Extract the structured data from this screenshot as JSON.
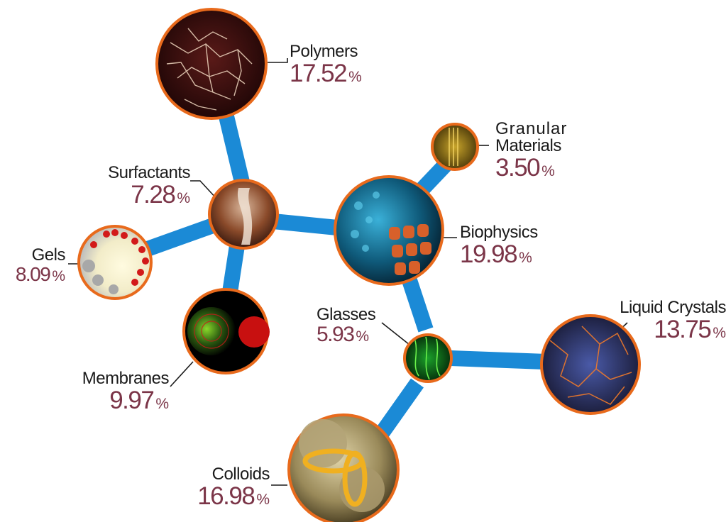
{
  "diagram": {
    "nodes": [
      {
        "id": "polymers",
        "name": "Polymers",
        "value": "17.52",
        "unit": "%",
        "color": "#4a0d0f"
      },
      {
        "id": "surfactants",
        "name": "Surfactants",
        "value": "7.28",
        "unit": "%",
        "color": "#8a4a2a"
      },
      {
        "id": "gels",
        "name": "Gels",
        "value": "8.09",
        "unit": "%",
        "color": "#d0d0d0"
      },
      {
        "id": "membranes",
        "name": "Membranes",
        "value": "9.97",
        "unit": "%",
        "color": "#1a5a10"
      },
      {
        "id": "biophysics",
        "name": "Biophysics",
        "value": "19.98",
        "unit": "%",
        "color": "#1a6a8a"
      },
      {
        "id": "granular",
        "name_line1": "Granular",
        "name_line2": "Materials",
        "value": "3.50",
        "unit": "%",
        "color": "#8a7010"
      },
      {
        "id": "glasses",
        "name": "Glasses",
        "value": "5.93",
        "unit": "%",
        "color": "#0a6a10"
      },
      {
        "id": "liquid_crystals",
        "name": "Liquid Crystals",
        "value": "13.75",
        "unit": "%",
        "color": "#2a2a5a"
      },
      {
        "id": "colloids",
        "name": "Colloids",
        "value": "16.98",
        "unit": "%",
        "color": "#9a8a5a"
      }
    ],
    "connector_color": "#1b8ad6",
    "ring_color": "#e86a1c"
  }
}
